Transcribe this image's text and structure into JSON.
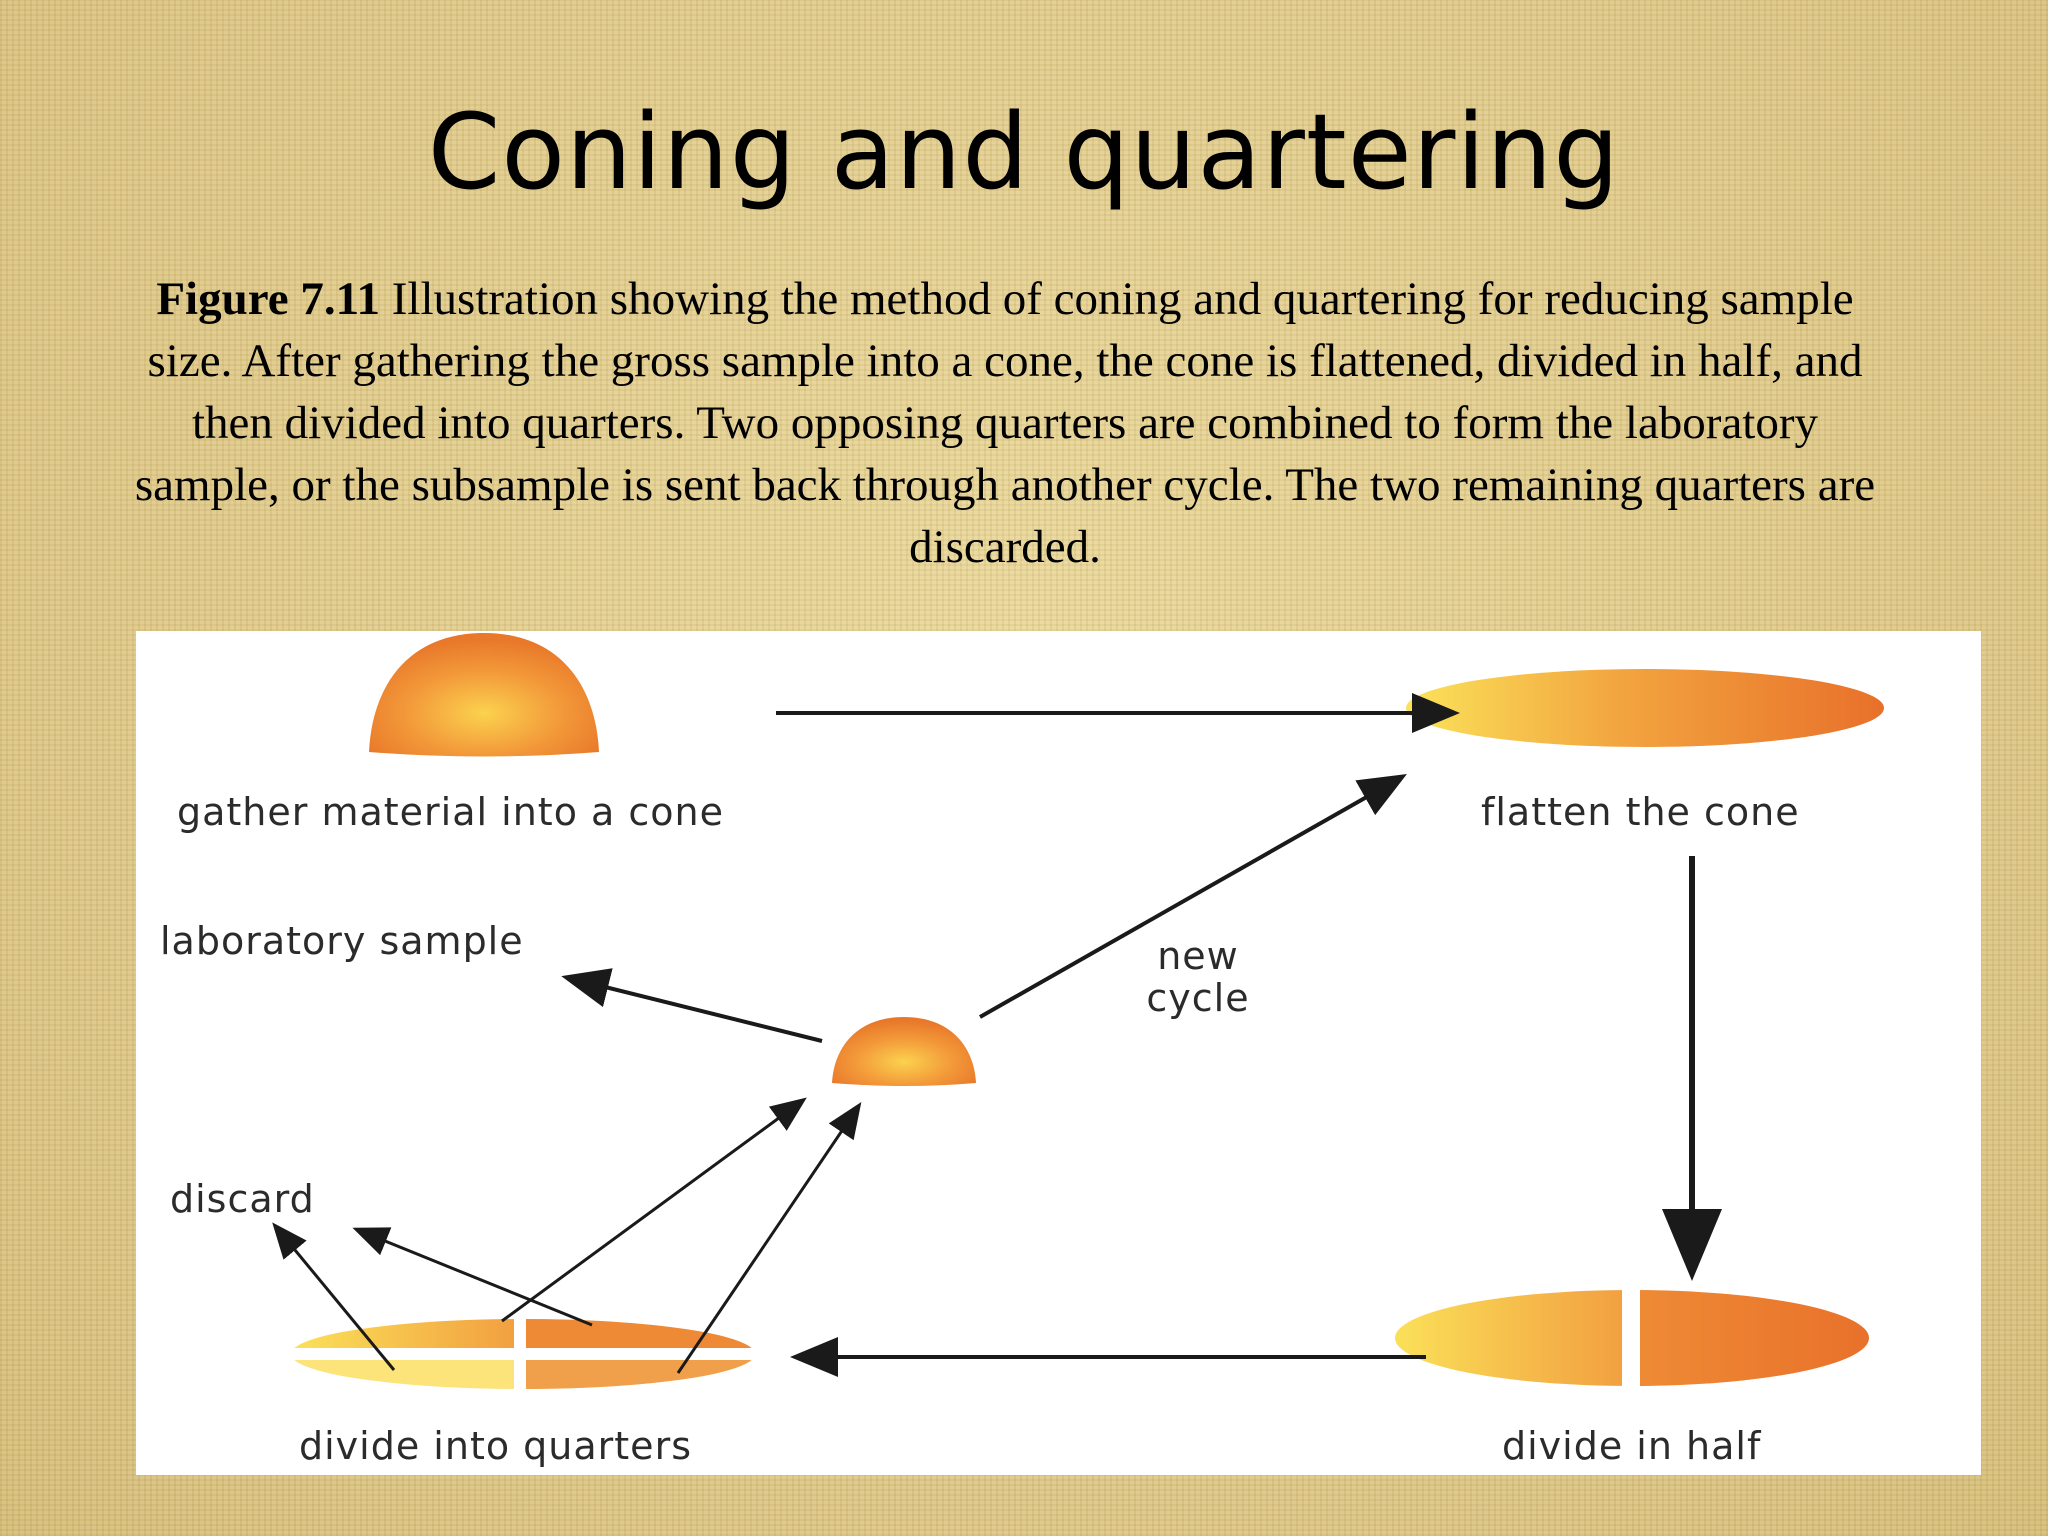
{
  "slide": {
    "title": "Coning and quartering",
    "caption_lead": "Figure 7.11",
    "caption_text": " Illustration showing the method of coning and quartering for reducing sample size. After gathering the gross sample into a cone, the cone is flattened, divided in half, and then divided into quarters. Two opposing quarters are combined to form the laboratory sample, or the subsample is sent back through another cycle. The two remaining quarters are discarded."
  },
  "figure": {
    "labels": {
      "gather": "gather material into a cone",
      "flatten": "flatten the cone",
      "laboratory": "laboratory sample",
      "new_cycle_1": "new",
      "new_cycle_2": "cycle",
      "discard": "discard",
      "quarters": "divide into quarters",
      "half": "divide in half"
    },
    "colors": {
      "cone_dark": "#e8782a",
      "cone_light": "#fbd24e",
      "arrow": "#1a1a1a"
    }
  }
}
